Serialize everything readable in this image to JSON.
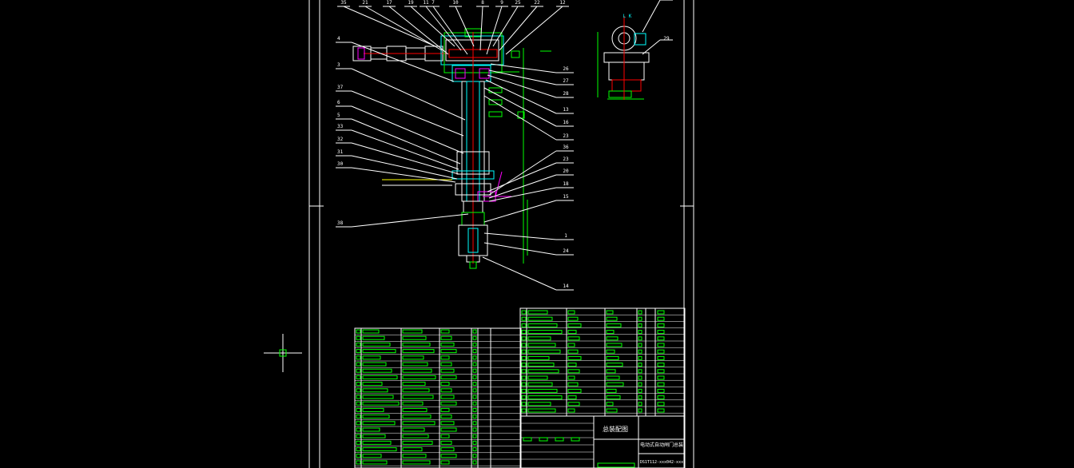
{
  "colors": {
    "background": "#000000",
    "frame": "#ffffff",
    "leader": "#ffffff",
    "part_white": "#ffffff",
    "part_cyan": "#00ffff",
    "part_green": "#00ff00",
    "part_red": "#ff0000",
    "part_magenta": "#ff00ff",
    "part_yellow": "#ffff00",
    "table_line": "#ffffff",
    "table_text": "#00ff00"
  },
  "balloons_top": [
    "35",
    "21",
    "17",
    "19",
    "11",
    "7",
    "10",
    "8",
    "9",
    "25",
    "22",
    "12"
  ],
  "balloons_left": [
    "4",
    "3",
    "37",
    "6",
    "5",
    "33",
    "32",
    "31",
    "30",
    "38"
  ],
  "balloons_right": [
    "26",
    "27",
    "28",
    "13",
    "16",
    "23",
    "36",
    "23",
    "20",
    "18",
    "15",
    "1",
    "24",
    "14"
  ],
  "side_view_balloons": [
    "29"
  ],
  "side_view_mark": "L K",
  "title_block": {
    "drawing_title": "总装配图",
    "project_title": "电动式自动闸门总装",
    "drawing_number": "DS1T112-xxx042-xxx"
  },
  "crosshair": {
    "name": "cursor-crosshair"
  }
}
